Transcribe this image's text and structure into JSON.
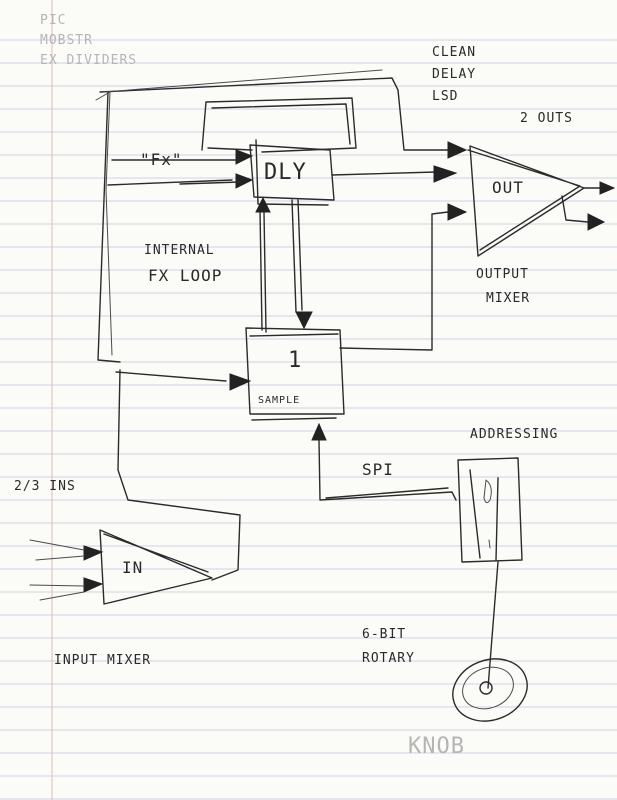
{
  "labels": {
    "faint_top_1": "PIC",
    "faint_top_2": "MOBSTR",
    "faint_top_3": "EX DIVIDERS",
    "clean_delay_1": "CLEAN",
    "clean_delay_2": "DELAY",
    "clean_delay_3": "LSD",
    "two_outs": "2 OUTS",
    "fx": "\"Fx\"",
    "dly_block": "DLY",
    "out_block": "OUT",
    "internal_fx_loop_1": "INTERNAL",
    "internal_fx_loop_2": "FX LOOP",
    "output_mixer_1": "OUTPUT",
    "output_mixer_2": "MIXER",
    "sample_block_top": "1",
    "sample_block_label": "SAMPLE",
    "addressing": "ADDRESSING",
    "spi": "SPI",
    "ins": "2/3 INS",
    "in_block": "IN",
    "input_mixer": "INPUT MIXER",
    "rotary_1": "6-BIT",
    "rotary_2": "ROTARY",
    "knob": "KNOB"
  },
  "colors": {
    "paper": "#fbfbf8",
    "ink": "#2b2b2b",
    "ruled_line": "#c9d4e0",
    "faint_ink": "#b5b5b5"
  }
}
